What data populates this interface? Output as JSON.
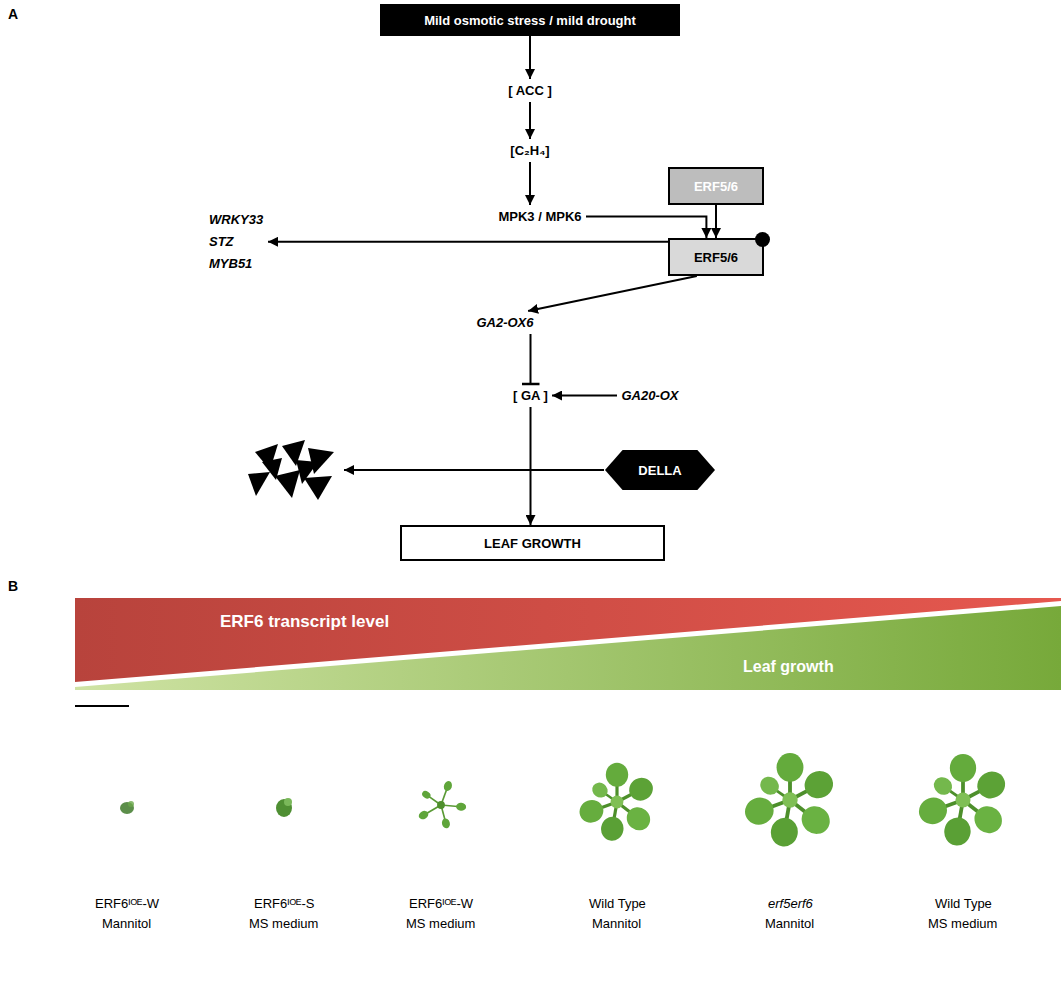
{
  "diagram": {
    "nodes": [
      {
        "text": [
          "Mild osmotic stress / mild drought"
        ]
      },
      {
        "text": [
          "[ ACC ]"
        ]
      },
      {
        "text": [
          "[C₂H₄]"
        ]
      },
      {
        "text": [
          "MPK3 / MPK6"
        ]
      },
      {
        "text": [
          "ERF5/6"
        ]
      },
      {
        "text": [
          "ERF5/6"
        ]
      },
      {
        "text": [
          "WRKY33",
          "STZ",
          "MYB51"
        ]
      },
      {
        "text": [
          "GA2-OX6"
        ]
      },
      {
        "text": [
          "[ GA ]"
        ]
      },
      {
        "text": [
          "GA20-OX"
        ]
      },
      {
        "text": [
          "DELLA"
        ]
      },
      {
        "text": [
          "LEAF GROWTH"
        ]
      },
      {
        "text": [
          "ERF6 transcript level"
        ]
      },
      {
        "text": [
          "Leaf growth"
        ]
      }
    ],
    "edges": [
      {
        "from": 0,
        "to": 1,
        "arrow": "to"
      },
      {
        "from": 1,
        "to": 2,
        "arrow": "to"
      },
      {
        "from": 2,
        "to": 3,
        "arrow": "to"
      },
      {
        "from": 4,
        "to": 5,
        "arrow": "to"
      },
      {
        "from": 3,
        "to": 5,
        "arrow": "to"
      },
      {
        "from": 5,
        "to": 6,
        "arrow": "to"
      },
      {
        "from": 5,
        "to": 7,
        "arrow": "to"
      },
      {
        "from": 7,
        "to": 8,
        "arrow": "to"
      },
      {
        "from": 9,
        "to": 8,
        "arrow": "to"
      },
      {
        "from": 8,
        "to": 11,
        "arrow": "to"
      }
    ],
    "labels": [
      "A",
      "B",
      "ERF6ᴵᴼᴱ-W",
      "Mannitol",
      "ERF6ᴵᴼᴱ-S",
      "MS medium",
      "ERF6ᴵᴼᴱ-W",
      "MS medium",
      "Wild Type",
      "Mannitol",
      "erf5erf6",
      "Mannitol",
      "Wild Type",
      "MS medium"
    ]
  }
}
